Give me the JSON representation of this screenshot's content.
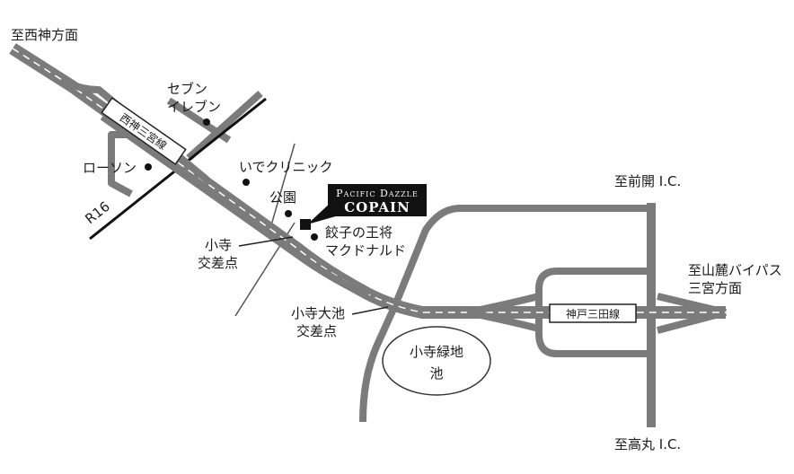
{
  "map": {
    "destinations": {
      "nishi_kobe": "至西神方面",
      "maegai_ic": "至前開 I.C.",
      "takamaru_ic": "至高丸 I.C.",
      "sanroku_bypass_line1": "至山麓バイパス",
      "sanroku_bypass_line2": "三宮方面"
    },
    "route_label": "R16",
    "landmarks": {
      "seven_eleven_line1": "セブン",
      "seven_eleven_line2": "イレブン",
      "lawson": "ローソン",
      "ide_clinic": "いでクリニック",
      "park": "公園",
      "gyoza_mcd_line1": "餃子の王将",
      "gyoza_mcd_line2": "マクドナルド",
      "pond_line1": "小寺緑地",
      "pond_line2": "池"
    },
    "intersections": {
      "kodera_line1": "小寺",
      "kodera_line2": "交差点",
      "kodera_oike_line1": "小寺大池",
      "kodera_oike_line2": "交差点"
    },
    "road_signs": {
      "upper": "西神三宮線",
      "right": "神戸三田線"
    },
    "store": {
      "brand_line1": "Pacific Dazzle",
      "brand_line2": "COPAIN"
    },
    "colors": {
      "road": "#7b7b7b",
      "rail": "#111111",
      "marker": "#111111",
      "background": "#ffffff"
    }
  }
}
